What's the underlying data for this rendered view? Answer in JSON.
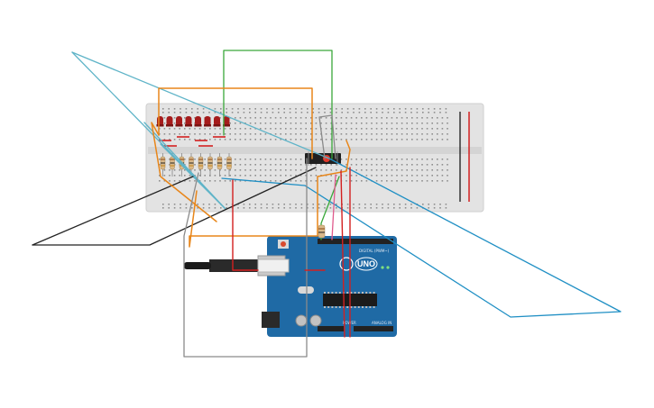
{
  "board": {
    "model_label": "UNO",
    "power_label": "POWER",
    "analog_label": "ANALOG IN",
    "digital_label": "DIGITAL (PWM~)",
    "color_pcb": "#1f6aa5",
    "color_header": "#222222"
  },
  "breadboard": {
    "color_body": "#e3e3e3",
    "rail_red": "#d21f1f",
    "rail_dark": "#333333"
  },
  "led_color": "#a51c1c",
  "wire_colors": {
    "orange": "#e8861a",
    "green": "#3aa83a",
    "cyan": "#5fb4c8",
    "blue": "#1f8fc4",
    "black": "#222222",
    "gray": "#8a8a8a",
    "red": "#d32020",
    "pink": "#e05a8c"
  }
}
